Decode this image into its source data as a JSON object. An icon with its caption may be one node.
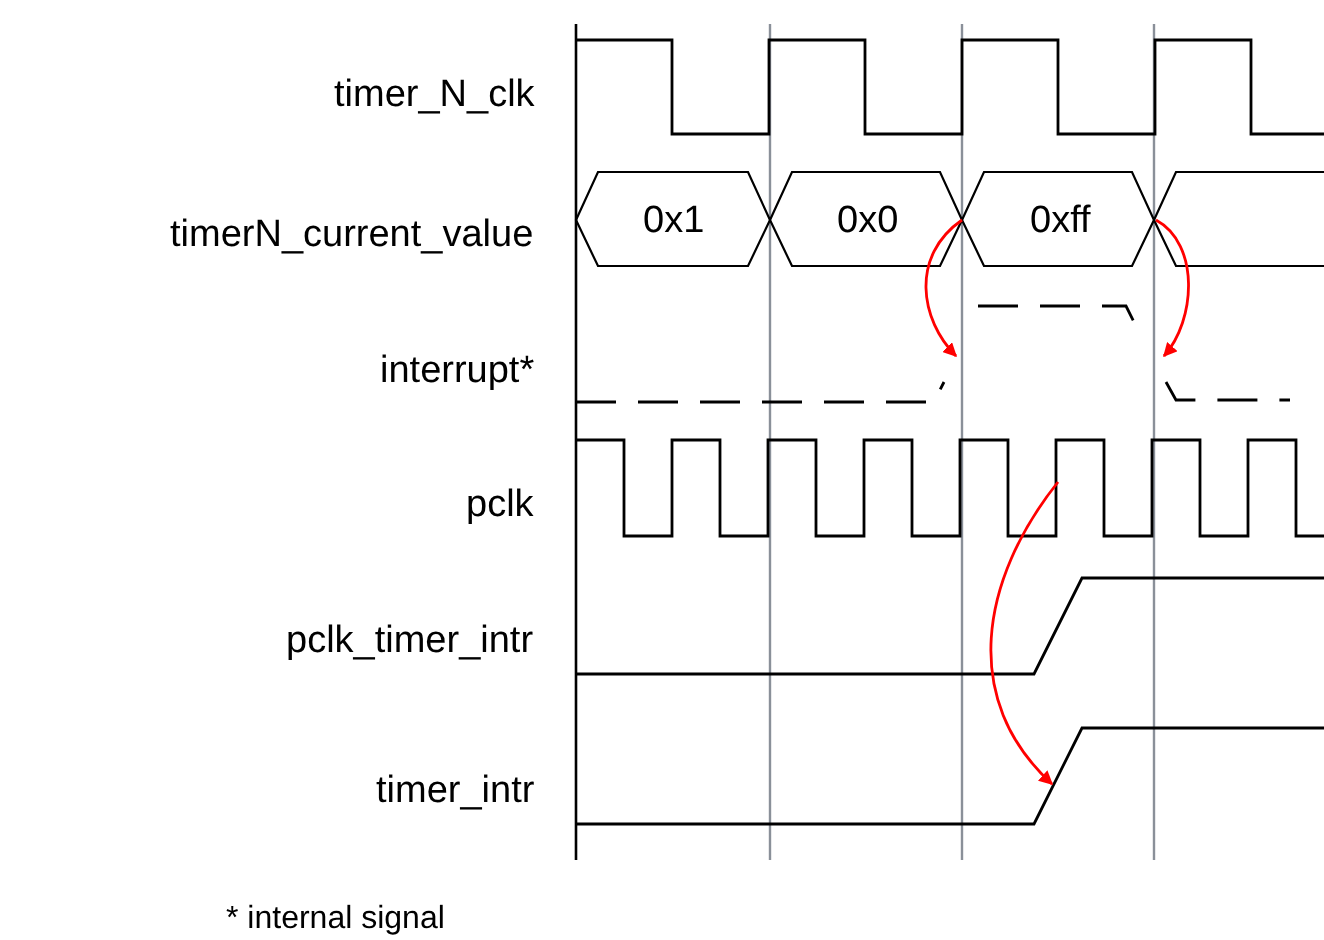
{
  "diagram": {
    "labels": [
      "timer_N_clk",
      "timerN_current_value",
      "0x1",
      "0x0",
      "0xff",
      "interrupt*",
      "pclk",
      "pclk_timer_intr",
      "timer_intr",
      "* internal signal"
    ]
  }
}
